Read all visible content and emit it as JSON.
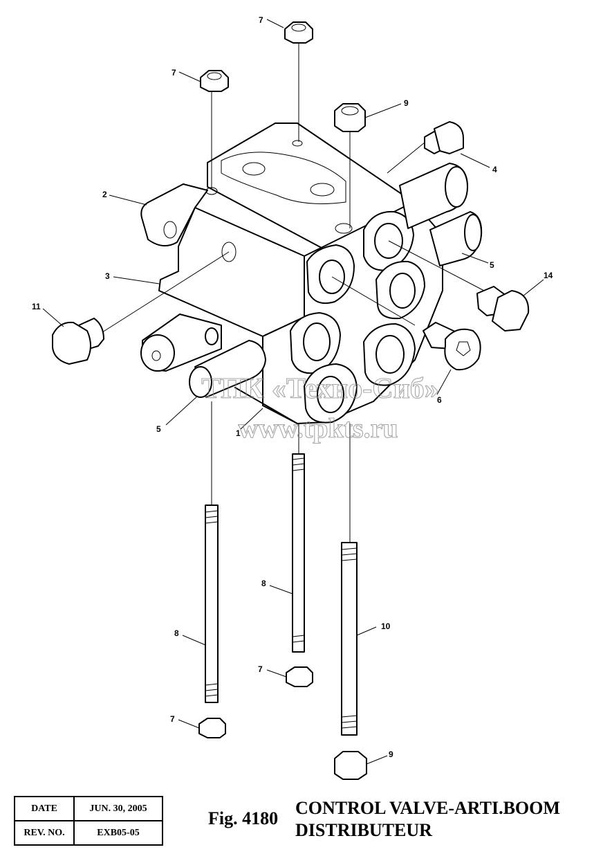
{
  "callouts": {
    "c7_top": "7",
    "c7_upper_left": "7",
    "c9_top": "9",
    "c4": "4",
    "c2": "2",
    "c5_right": "5",
    "c14": "14",
    "c3": "3",
    "c11": "11",
    "c6": "6",
    "c5_left": "5",
    "c1": "1",
    "c8_middle": "8",
    "c10": "10",
    "c8_left": "8",
    "c7_lower_middle": "7",
    "c7_lower_left": "7",
    "c9_bottom": "9"
  },
  "watermark": {
    "line1": "ТПК «Техно-Сиб»",
    "line2": "www.tpkts.ru"
  },
  "revision_table": {
    "date_label": "DATE",
    "date_value": "JUN. 30, 2005",
    "rev_label": "REV. NO.",
    "rev_value": "EXB05-05"
  },
  "figure": {
    "number": "Fig. 4180",
    "title_en": "CONTROL VALVE-ARTI.BOOM",
    "title_fr": "DISTRIBUTEUR"
  }
}
